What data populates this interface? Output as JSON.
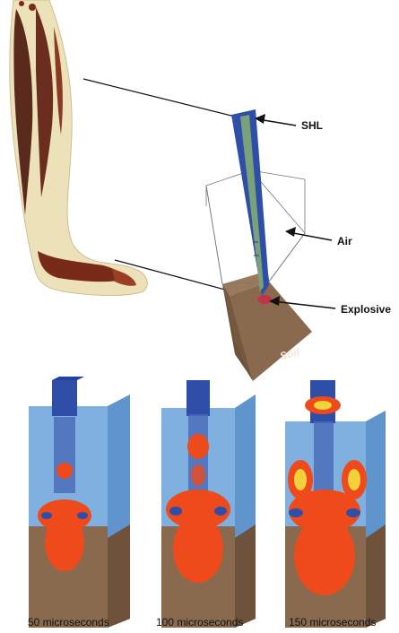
{
  "labels": {
    "shl": "SHL",
    "air": "Air",
    "explosive": "Explosive",
    "soil": "Soil"
  },
  "captions": [
    "50 microseconds",
    "100 microseconds",
    "150 microseconds"
  ],
  "colors": {
    "tube": "#2f4ea8",
    "tube_core": "#7aa27a",
    "soil": "#8a6a4e",
    "soil_dark": "#6e523b",
    "air": "#7fb0e0",
    "blast": "#ee4a1c",
    "explosive": "#c0344a"
  }
}
